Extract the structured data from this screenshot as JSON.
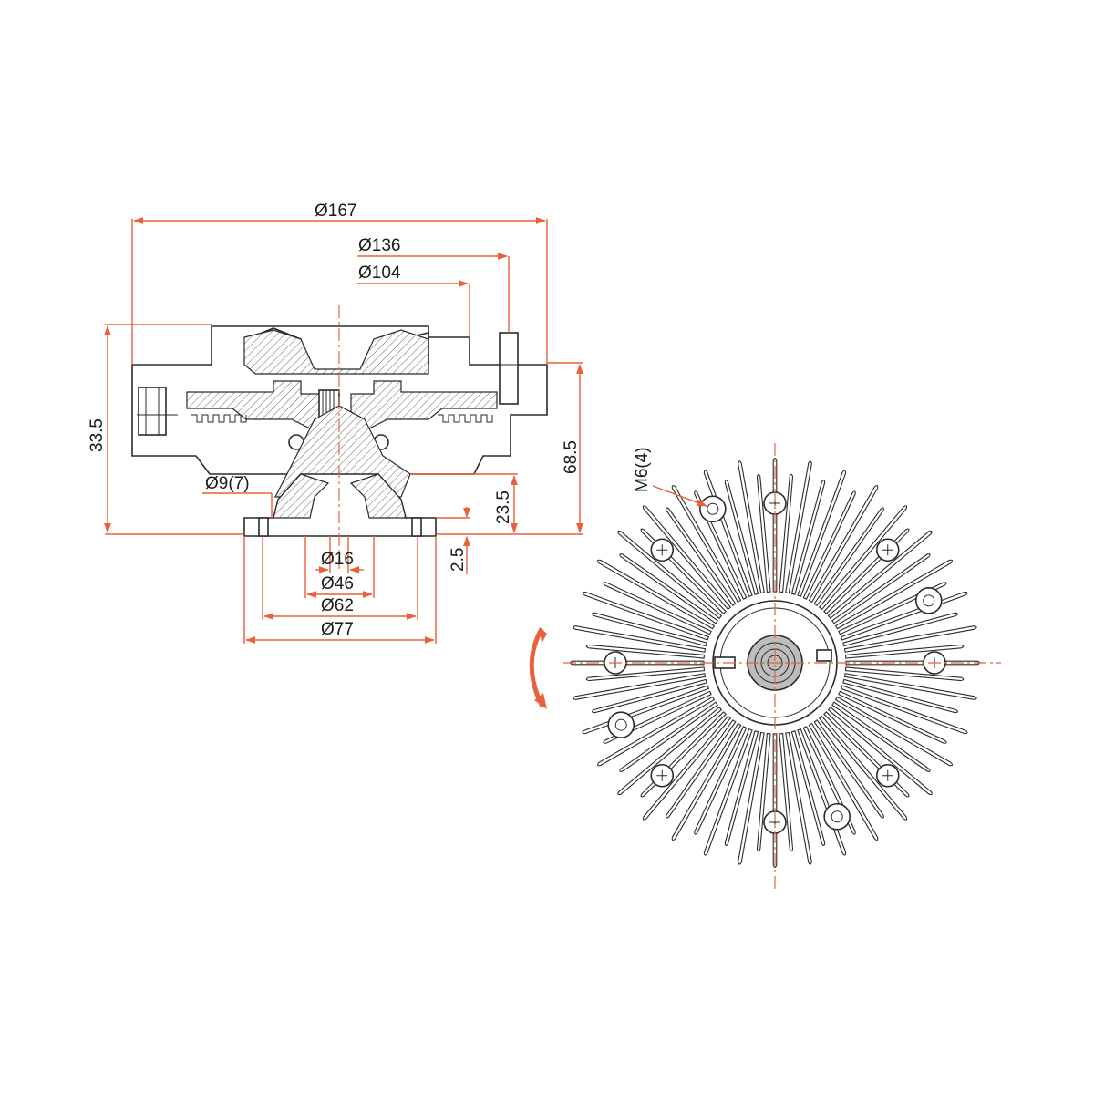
{
  "colors": {
    "dimension": "#e8603c",
    "outline": "#2a2a2a",
    "background": "#ffffff"
  },
  "side_view": {
    "dimensions": {
      "d167": "Ø167",
      "d136": "Ø136",
      "d104": "Ø104",
      "h33_5": "33.5",
      "h68_5": "68.5",
      "h23_5": "23.5",
      "h2_5": "2.5",
      "d9_7": "Ø9(7)",
      "d16": "Ø16",
      "d46": "Ø46",
      "d62": "Ø62",
      "d77": "Ø77"
    }
  },
  "front_view": {
    "thread_label": "M6(4)",
    "rotation_arrow_icon": "rotation-arrow-icon"
  }
}
